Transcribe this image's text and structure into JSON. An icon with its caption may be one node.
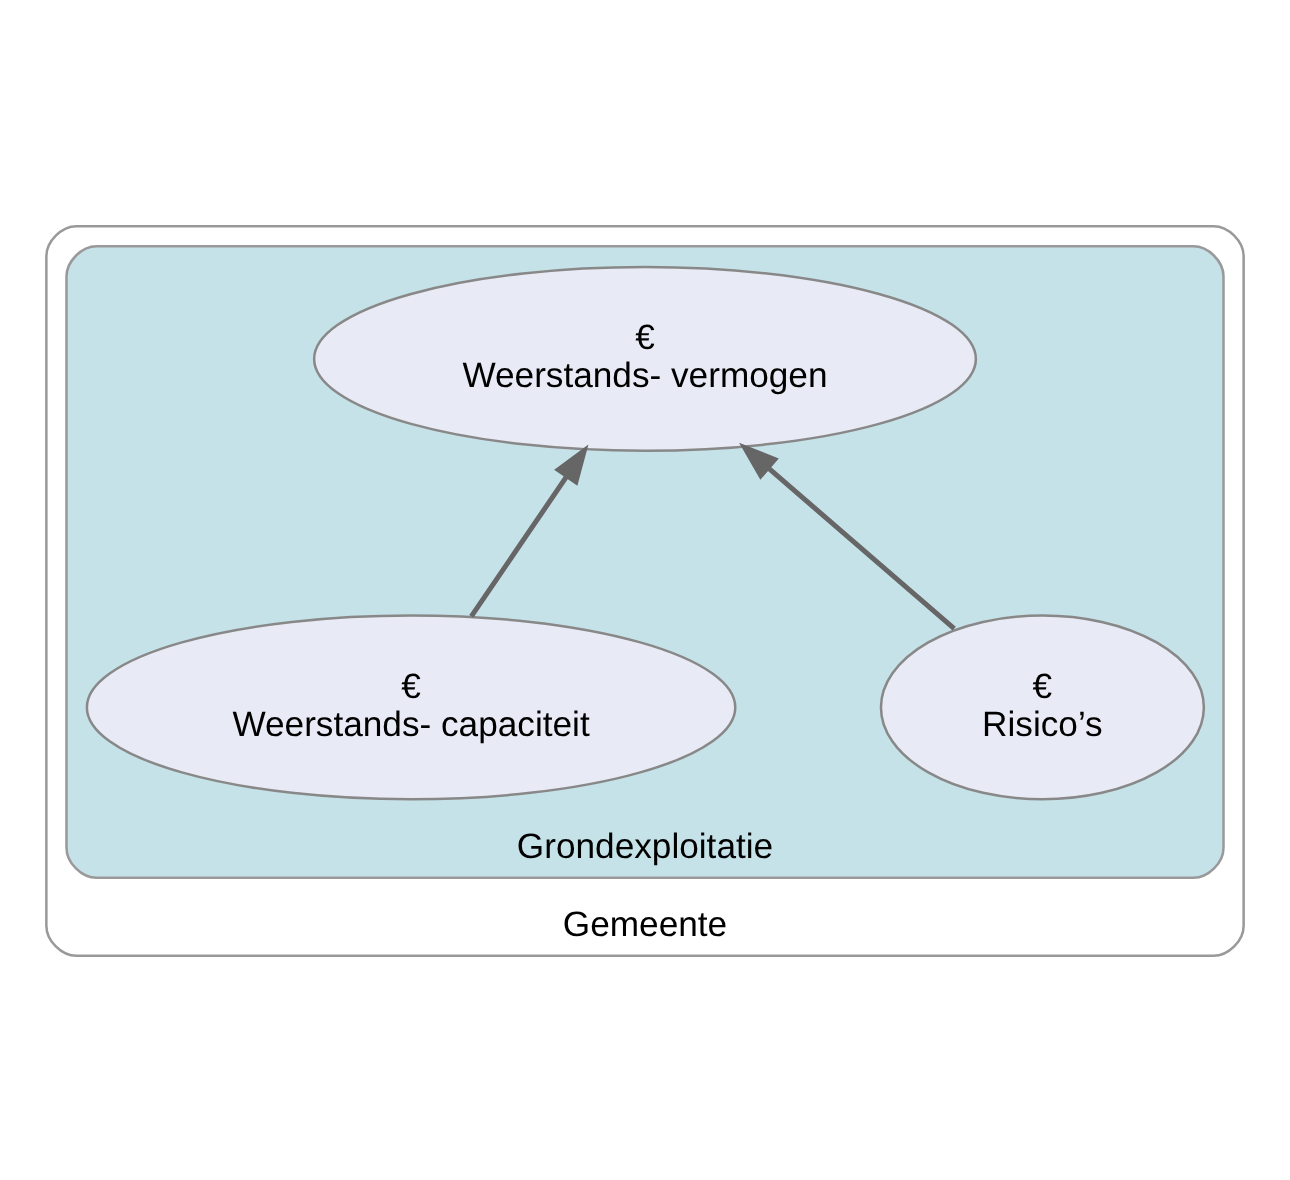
{
  "diagram": {
    "nodes": [
      {
        "text": [
          "Gemeente"
        ]
      },
      {
        "text": [
          "Grondexploitatie"
        ],
        "in": 0
      },
      {
        "text": [
          "€",
          "Weerstands- vermogen"
        ],
        "in": 1
      },
      {
        "text": [
          "€",
          "Risico’s"
        ],
        "in": 1
      },
      {
        "text": [
          "€",
          "Weerstands- capaciteit"
        ],
        "in": 1
      }
    ],
    "edges": [
      {
        "from": 3,
        "to": 2,
        "arrow": "to"
      },
      {
        "from": 4,
        "to": 2,
        "arrow": "to"
      }
    ]
  }
}
